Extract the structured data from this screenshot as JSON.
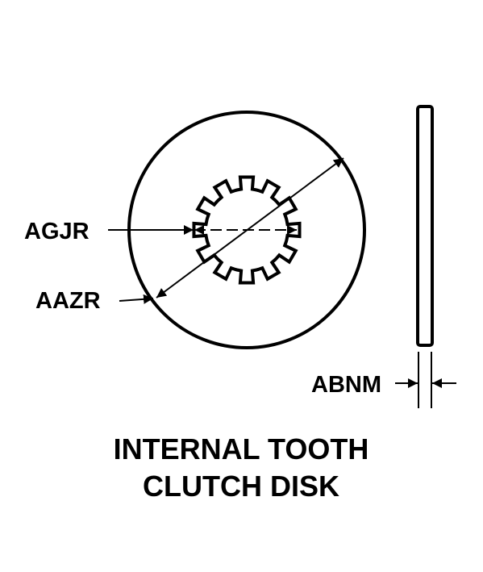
{
  "labels": {
    "inner_diameter": "AGJR",
    "outer_diameter": "AAZR",
    "thickness": "ABNM"
  },
  "title": {
    "line1": "INTERNAL TOOTH",
    "line2": "CLUTCH DISK"
  },
  "colors": {
    "ink": "#000000",
    "paper": "#ffffff"
  },
  "teeth_count": 12
}
